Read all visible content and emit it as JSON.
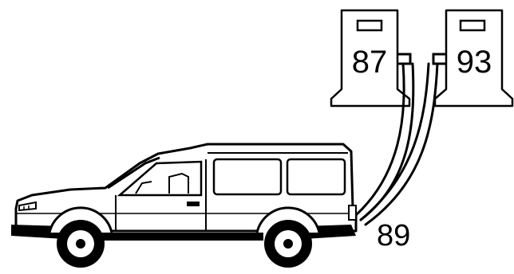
{
  "pumps": [
    {
      "octane": "87"
    },
    {
      "octane": "93"
    }
  ],
  "car_label": "89"
}
